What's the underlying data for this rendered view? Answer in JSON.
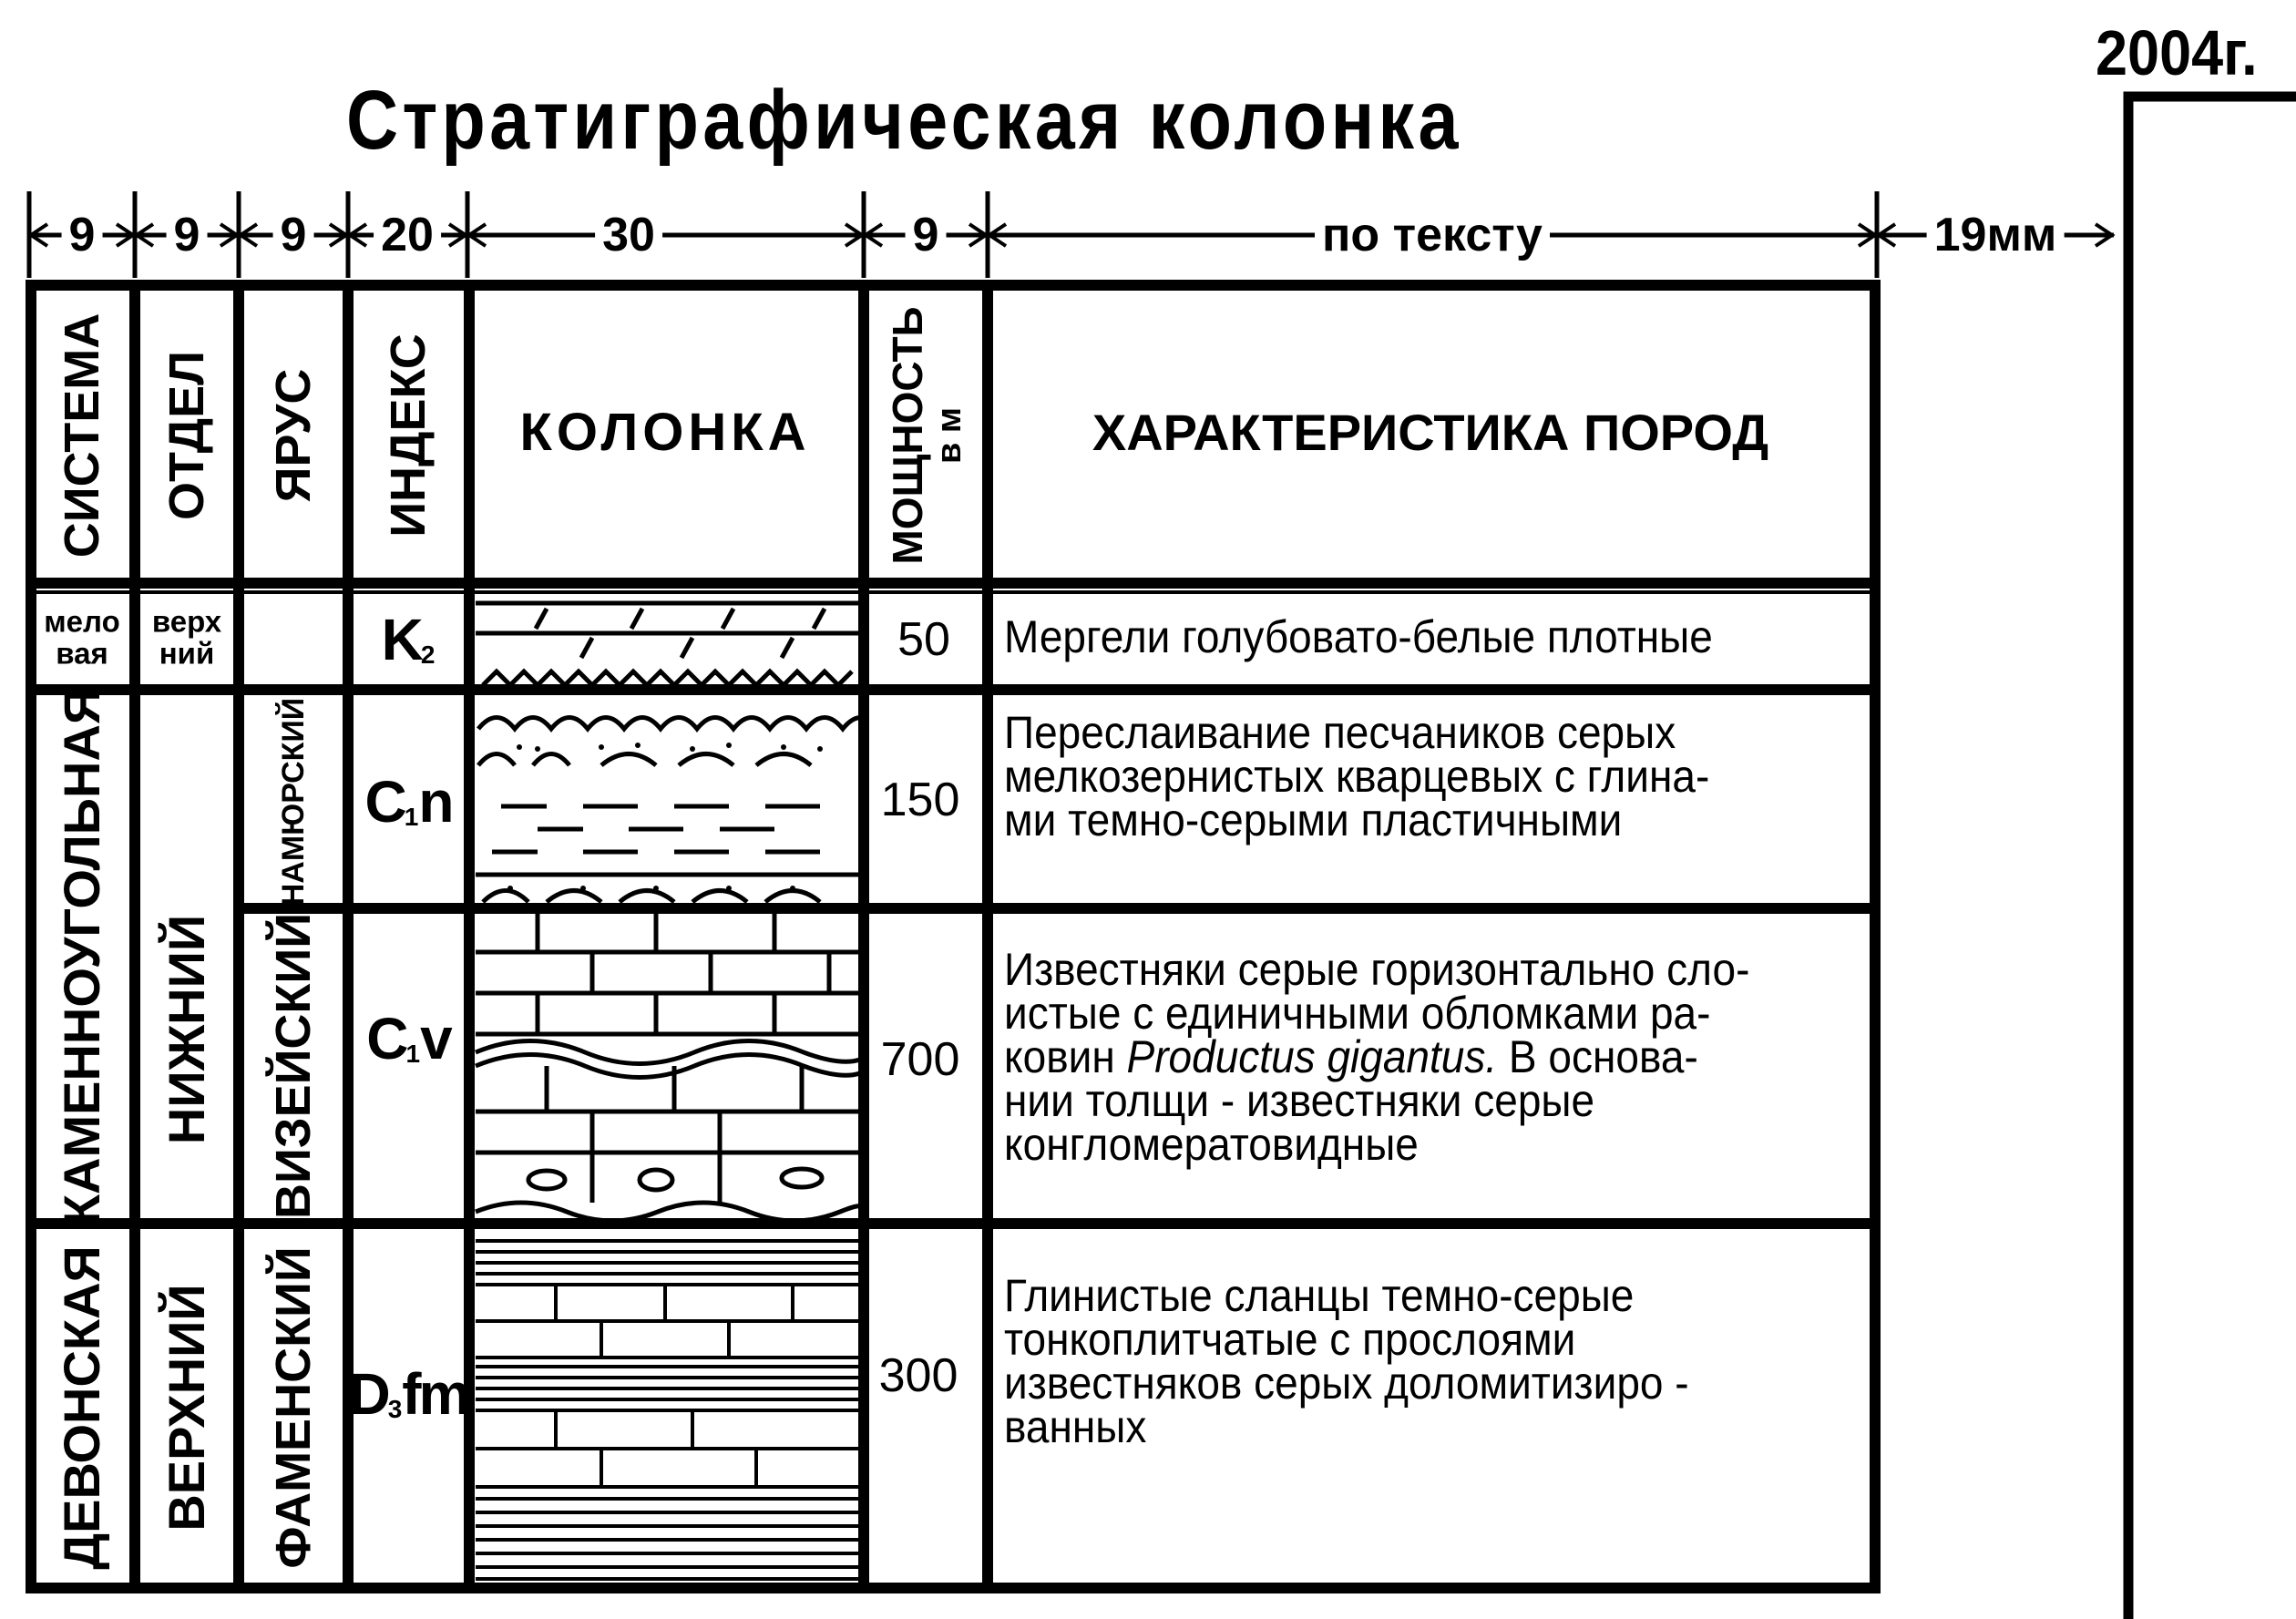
{
  "title": "Стратиграфическая колонка",
  "year": "2004г.",
  "dimensions": {
    "d1": "9",
    "d2": "9",
    "d3": "9",
    "d4": "20",
    "d5": "30",
    "d6": "9",
    "d7": "по   тексту",
    "d8": "19мм"
  },
  "headers": {
    "system": "СИСТЕМА",
    "series": "ОТДЕЛ",
    "stage": "ЯРУС",
    "index": "ИНДЕКС",
    "column": "КОЛОНКА",
    "thickness_line1": "МОЩНОСТЬ",
    "thickness_line2": "в м",
    "description": "ХАРАКТЕРИСТИКА  ПОРОД"
  },
  "systems": {
    "cretaceous_l1": "мело",
    "cretaceous_l2": "вая",
    "carboniferous": "КАМЕННОУГОЛЬНАЯ",
    "devonian": "ДЕВОНСКАЯ"
  },
  "series": {
    "upper_cret_l1": "верх",
    "upper_cret_l2": "ний",
    "lower": "НИЖНИЙ",
    "upper": "ВЕРХНИЙ"
  },
  "stages": {
    "namurian": "НАМЮРСКИЙ",
    "visean": "ВИЗЕЙСКИЙ",
    "famennian": "ФАМЕНСКИЙ"
  },
  "rows": [
    {
      "index_main": "K",
      "index_sub": "2",
      "index_tail": "",
      "thickness": "50",
      "description": [
        "Мергели голубовато-белые плотные"
      ]
    },
    {
      "index_main": "C",
      "index_sub": "1",
      "index_tail": "n",
      "thickness": "150",
      "description": [
        "Переслаивание песчаников серых",
        "мелкозернистых кварцевых с глина-",
        "ми темно-серыми пластичными"
      ]
    },
    {
      "index_main": "C",
      "index_sub": "1",
      "index_tail": "v",
      "thickness": "700",
      "description_l1": "Известняки серые горизонтально сло-",
      "description_l2": "истые с единичными обломками ра-",
      "description_l3_pre": "ковин ",
      "description_l3_italic": "Productus gigantus.",
      "description_l3_post": " В основа-",
      "description_l4": "нии толщи -  известняки серые",
      "description_l5": "конгломератовидные"
    },
    {
      "index_main": "D",
      "index_sub": "3",
      "index_tail": "fm",
      "thickness": "300",
      "description": [
        "Глинистые сланцы темно-серые",
        "тонкоплитчатые с прослоями",
        "известняков серых доломитизиро -",
        "ванных"
      ]
    }
  ],
  "colors": {
    "ink": "#000000",
    "paper": "#ffffff"
  }
}
